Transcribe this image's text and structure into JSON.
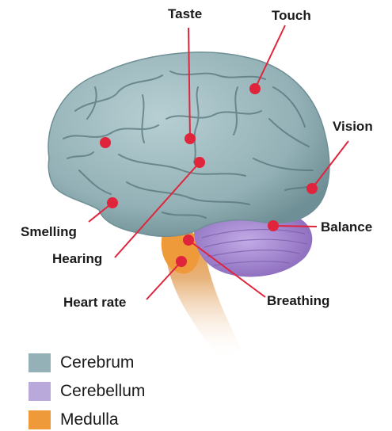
{
  "labels": {
    "taste": "Taste",
    "touch": "Touch",
    "vision": "Vision",
    "smelling": "Smelling",
    "balance": "Balance",
    "hearing": "Hearing",
    "heart_rate": "Heart rate",
    "breathing": "Breathing"
  },
  "legend": [
    {
      "label": "Cerebrum",
      "color": "#93b1b6"
    },
    {
      "label": "Cerebellum",
      "color": "#b9a8da"
    },
    {
      "label": "Medulla",
      "color": "#ef9a3a"
    }
  ],
  "colors": {
    "marker": "#e0243b",
    "leader_line": "#e0243b",
    "cerebrum": "#93b1b6",
    "cerebellum": "#a88cd2",
    "medulla": "#ef9a3a"
  }
}
